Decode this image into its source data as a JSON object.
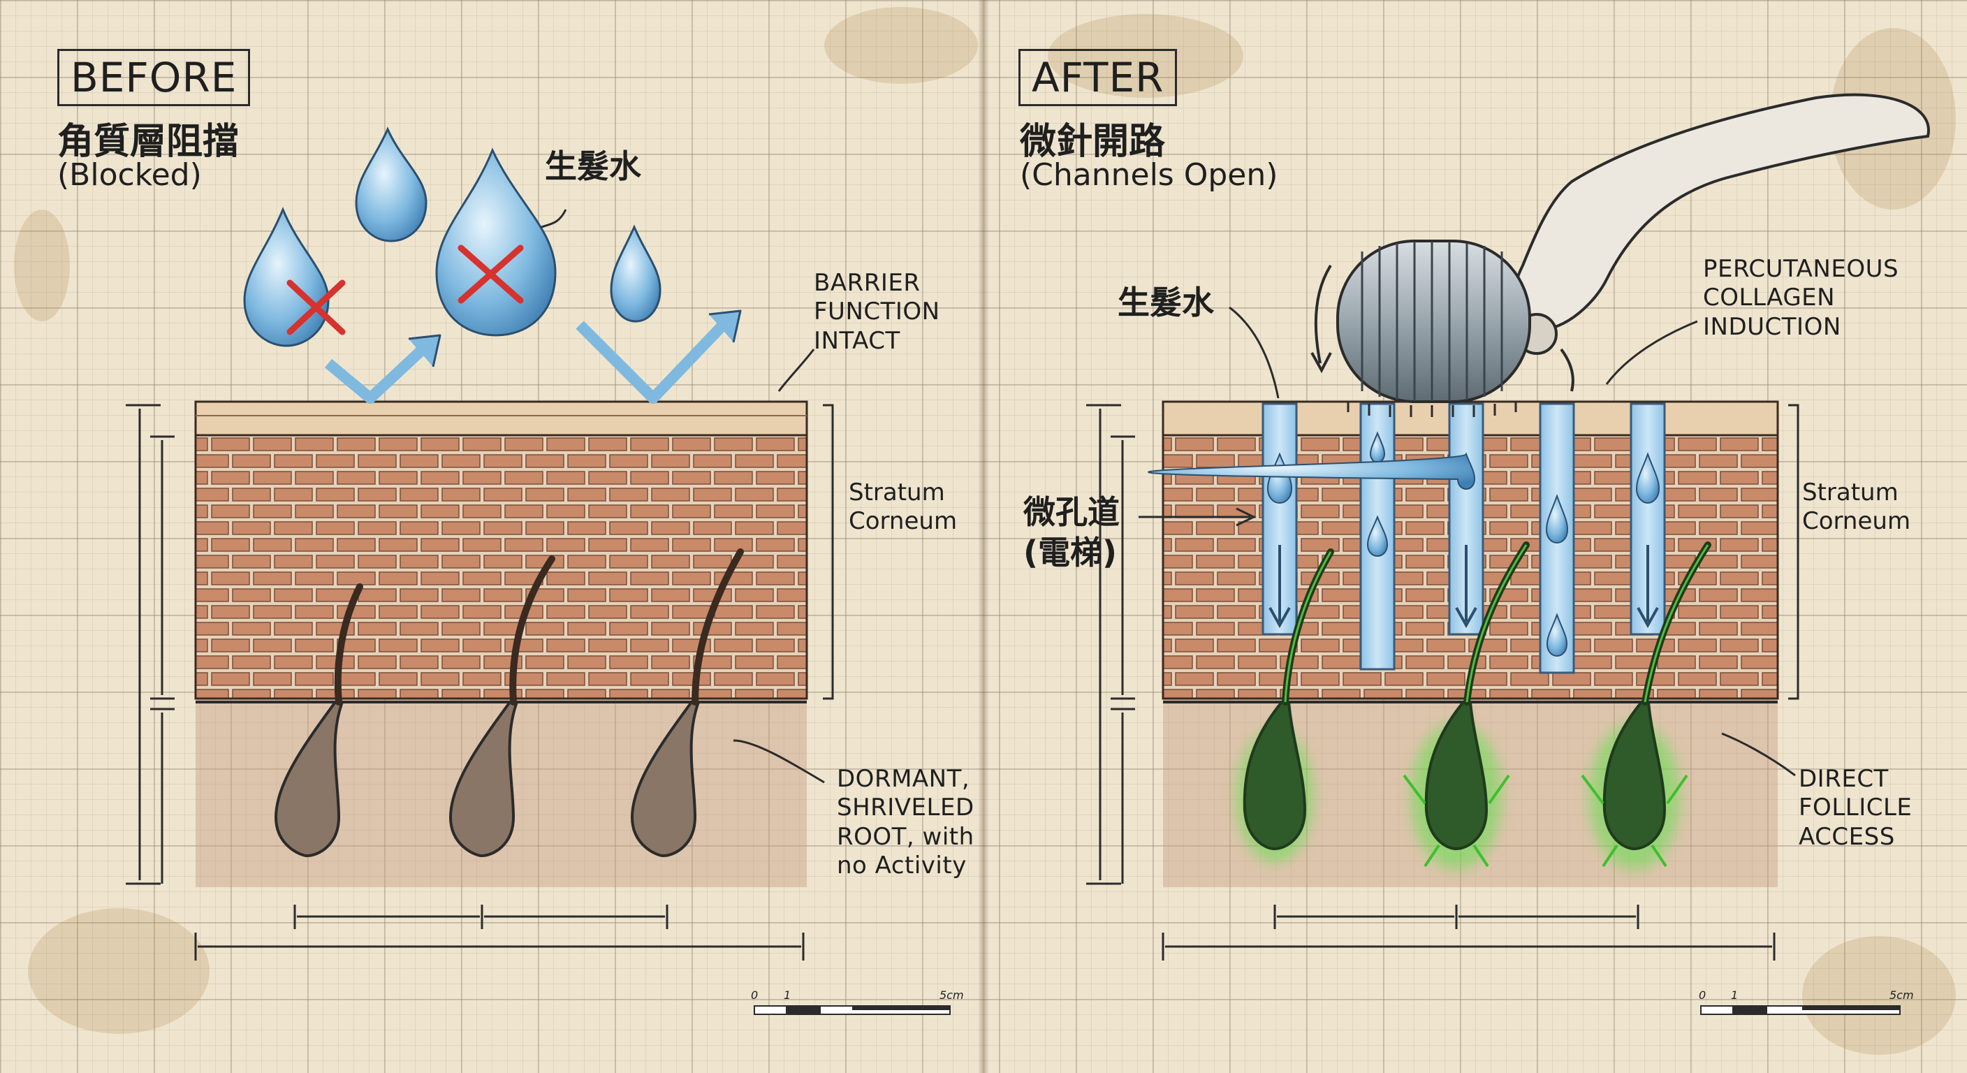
{
  "before": {
    "tag": "BEFORE",
    "title_zh": "角質層阻擋",
    "subtitle": "(Blocked)",
    "drop_label": "生髮水",
    "barrier_label": [
      "BARRIER",
      "FUNCTION",
      "INTACT"
    ],
    "layer_label": [
      "Stratum",
      "Corneum"
    ],
    "root_label": [
      "DORMANT,",
      "SHRIVELED",
      "ROOT, with",
      "no Activity"
    ],
    "scale": {
      "start": "0",
      "tick": "1",
      "end": "5cm"
    }
  },
  "after": {
    "tag": "AFTER",
    "title_zh": "微針開路",
    "subtitle": "(Channels Open)",
    "drop_label": "生髮水",
    "channel_label_zh": "微孔道",
    "channel_label_zh2": "(電梯)",
    "roller_label": [
      "PERCUTANEOUS",
      "COLLAGEN",
      "INDUCTION"
    ],
    "layer_label": [
      "Stratum",
      "Corneum"
    ],
    "access_label": [
      "DIRECT",
      "FOLLICLE",
      "ACCESS"
    ],
    "scale": {
      "start": "0",
      "tick": "1",
      "end": "5cm"
    }
  },
  "colors": {
    "brick": "#c98a6a",
    "mortar": "#e6d2bb",
    "water": "#7fb9e0",
    "glow": "#5fe04a",
    "ink": "#2b2b2b"
  }
}
